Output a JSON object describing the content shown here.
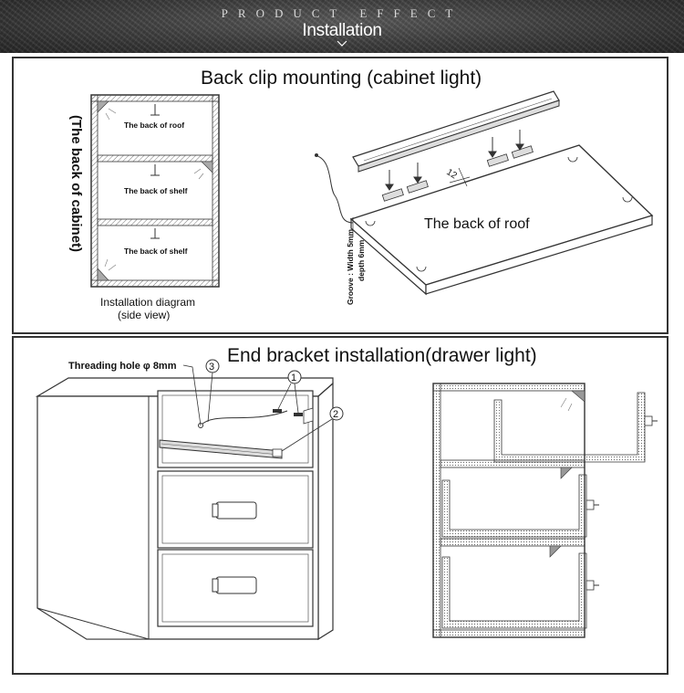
{
  "banner": {
    "subtitle": "PRODUCT EFFECT",
    "title": "Installation"
  },
  "top_panel": {
    "heading": "Back clip mounting (cabinet light)",
    "side_view": {
      "vertical_label": "(The back of cabinet)",
      "label_roof": "The back of roof",
      "label_shelf_1": "The back of shelf",
      "label_shelf_2": "The back of shelf",
      "caption_line1": "Installation diagram",
      "caption_line2": "(side view)"
    },
    "roof_view": {
      "label": "The back of roof",
      "dimension": "12",
      "groove_line1": "Groove : Width 5mm",
      "groove_line2": "depth 6mm"
    }
  },
  "bottom_panel": {
    "heading": "End bracket installation(drawer light)",
    "threading_hole": "Threading hole φ 8mm",
    "callout_1": "1",
    "callout_2": "2",
    "callout_3": "3"
  },
  "colors": {
    "banner_bg": "#3d3d3d",
    "line": "#333333",
    "hatch": "#888888"
  }
}
